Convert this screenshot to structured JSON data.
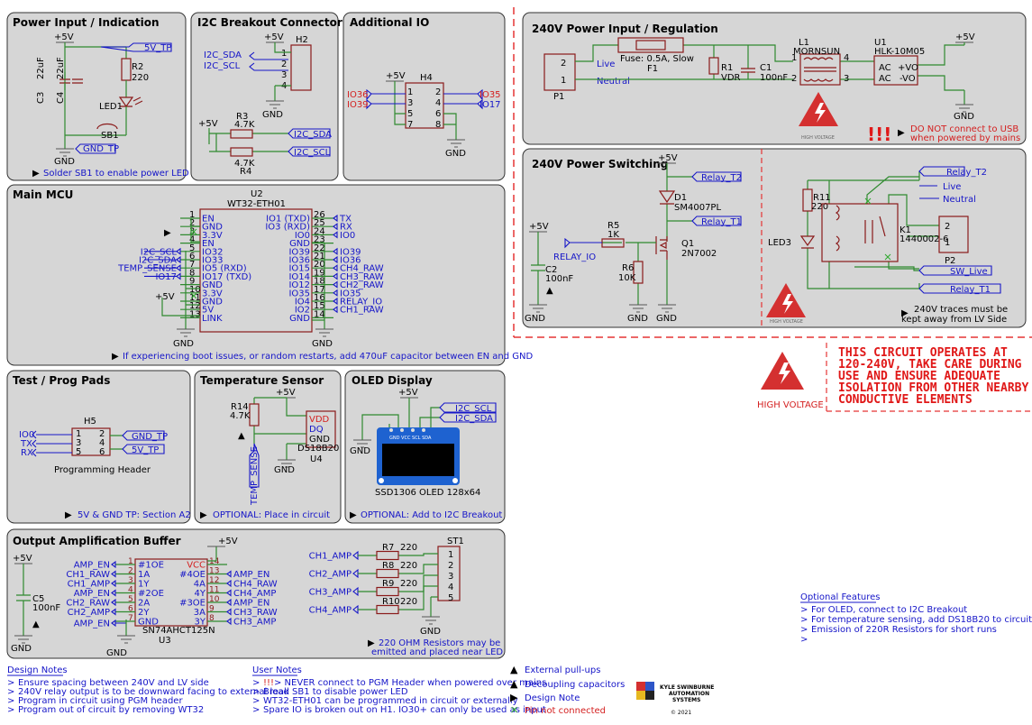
{
  "panels": {
    "power_input": {
      "title": "Power Input / Indication",
      "note": "Solder SB1 to enable power LED"
    },
    "i2c_breakout": {
      "title": "I2C Breakout Connector"
    },
    "additional_io": {
      "title": "Additional IO"
    },
    "main_mcu": {
      "title": "Main MCU",
      "note": "If experiencing boot issues, or random restarts, add 470uF capacitor between EN and GND"
    },
    "test_prog": {
      "title": "Test / Prog Pads",
      "note": "5V & GND TP: Section A2"
    },
    "temp_sensor": {
      "title": "Temperature Sensor",
      "note": "OPTIONAL: Place in circuit"
    },
    "oled": {
      "title": "OLED Display",
      "note": "OPTIONAL: Add to I2C Breakout"
    },
    "output_buffer": {
      "title": "Output Amplification Buffer",
      "note_1": "220 OHM Resistors may be",
      "note_2": "emitted and placed near LED"
    },
    "power_240": {
      "title": "240V Power Input / Regulation",
      "warning_1": "DO NOT connect to USB",
      "warning_2": "when powered by mains"
    },
    "power_switching": {
      "title": "240V Power Switching",
      "note_1": "240V traces must be",
      "note_2": "kept away from LV Side"
    }
  },
  "labels": {
    "p5v": "+5V",
    "gnd": "GND",
    "tp5v": "5V_TP",
    "tpgnd": "GND_TP",
    "r2": "R2",
    "r2v": "220",
    "led1": "LED1",
    "sb1": "SB1",
    "c3": "C3",
    "c4": "C4",
    "c3v": "22uF",
    "c4v": "22uF",
    "h2": "H2",
    "i2c_sda": "I2C_SDA",
    "i2c_scl": "I2C_SCL",
    "r3": "R3",
    "r3v": "4.7K",
    "r4": "R4",
    "r4v": "4.7K",
    "h4": "H4",
    "io36": "IO36",
    "io39": "IO39",
    "io35": "IO35",
    "io17": "IO17",
    "u2": "U2",
    "u2v": "WT32-ETH01",
    "h5": "H5",
    "h5name": "Programming Header",
    "io0": "IO0",
    "tx": "TX",
    "rx": "RX",
    "r14": "R14",
    "r14v": "4.7K",
    "vdd": "VDD",
    "dq": "DQ",
    "u4": "U4",
    "u4v": "DS18B20",
    "temp_sense": "TEMP_SENSE",
    "oled_name": "SSD1306 OLED 128x64",
    "c5": "C5",
    "c5v": "100nF",
    "u3": "U3",
    "u3v": "SN74AHCT125N",
    "vcc": "VCC",
    "st1": "ST1",
    "r7": "R7",
    "r8": "R8",
    "r9": "R9",
    "r10": "R10",
    "r220": "220",
    "p1": "P1",
    "live": "Live",
    "neutral": "Neutral",
    "fuse": "Fuse: 0.5A, Slow",
    "f1": "F1",
    "r1": "R1",
    "vdr": "VDR",
    "c1": "C1",
    "c1v": "100nF",
    "l1": "L1",
    "l1v": "MORNSUN",
    "u1": "U1",
    "u1v": "HLK-10M05",
    "ac": "AC",
    "vo_p": "+VO",
    "vo_m": "-VO",
    "high_voltage": "HIGH VOLTAGE",
    "relay_t1": "Relay_T1",
    "relay_t2": "Relay_T2",
    "d1": "D1",
    "d1v": "SM4007PL",
    "r5": "R5",
    "r5v": "1K",
    "r6": "R6",
    "r6v": "10K",
    "q1": "Q1",
    "q1v": "2N7002",
    "relay_io": "RELAY_IO",
    "c2": "C2",
    "c2v": "100nF",
    "r11": "R11",
    "r11v": "220",
    "led3": "LED3",
    "k1": "K1",
    "k1v": "1440002-6",
    "p2": "P2",
    "sw_live": "SW_Live",
    "exclaim": "!!!"
  },
  "mcu": {
    "left_pins": [
      [
        "1",
        "EN"
      ],
      [
        "2",
        "GND"
      ],
      [
        "3",
        "3.3V"
      ],
      [
        "4",
        "EN"
      ],
      [
        "5",
        "IO32"
      ],
      [
        "6",
        "IO33"
      ],
      [
        "7",
        "IO5 (RXD)"
      ],
      [
        "8",
        "IO17 (TXD)"
      ],
      [
        "9",
        "GND"
      ],
      [
        "10",
        "3.3V"
      ],
      [
        "11",
        "GND"
      ],
      [
        "12",
        "5V"
      ],
      [
        "13",
        "LINK"
      ]
    ],
    "right_pins": [
      [
        "26",
        "IO1 (TXD)"
      ],
      [
        "25",
        "IO3 (RXD)"
      ],
      [
        "24",
        "IO0"
      ],
      [
        "23",
        "GND"
      ],
      [
        "22",
        "IO39"
      ],
      [
        "21",
        "IO36"
      ],
      [
        "20",
        "IO15"
      ],
      [
        "19",
        "IO14"
      ],
      [
        "18",
        "IO12"
      ],
      [
        "17",
        "IO35"
      ],
      [
        "16",
        "IO4"
      ],
      [
        "15",
        "IO2"
      ],
      [
        "14",
        "GND"
      ]
    ],
    "left_nets": [
      "",
      "",
      "",
      "",
      "I2C_SCL",
      "I2C_SDA",
      "TEMP_SENSE",
      "IO17",
      "",
      "",
      "",
      "",
      ""
    ],
    "right_nets": [
      "TX",
      "RX",
      "IO0",
      "",
      "IO39",
      "IO36",
      "CH4_RAW",
      "CH3_RAW",
      "CH2_RAW",
      "IO35",
      "RELAY_IO",
      "CH1_RAW",
      ""
    ]
  },
  "buffer": {
    "left_pins": [
      [
        "1",
        "#1OE"
      ],
      [
        "2",
        "1A"
      ],
      [
        "3",
        "1Y"
      ],
      [
        "4",
        "#2OE"
      ],
      [
        "5",
        "2A"
      ],
      [
        "6",
        "2Y"
      ],
      [
        "7",
        "GND"
      ]
    ],
    "right_pins": [
      [
        "14",
        "VCC"
      ],
      [
        "13",
        "#4OE"
      ],
      [
        "12",
        "4A"
      ],
      [
        "11",
        "4Y"
      ],
      [
        "10",
        "#3OE"
      ],
      [
        "9",
        "3A"
      ],
      [
        "8",
        "3Y"
      ]
    ],
    "left_nets": [
      "AMP_EN",
      "CH1_RAW",
      "CH1_AMP",
      "AMP_EN",
      "CH2_RAW",
      "CH2_AMP"
    ],
    "right_nets": [
      "AMP_EN",
      "CH4_RAW",
      "CH4_AMP",
      "AMP_EN",
      "CH3_RAW",
      "CH3_AMP"
    ],
    "amp_nets": [
      "CH1_AMP",
      "CH2_AMP",
      "CH3_AMP",
      "CH4_AMP"
    ]
  },
  "big_warning": [
    "THIS CIRCUIT OPERATES AT",
    "120-240V, TAKE CARE DURING",
    "USE AND ENSURE ADEQUATE",
    "ISOLATION FROM OTHER NEARBY",
    "CONDUCTIVE ELEMENTS"
  ],
  "optional_features": {
    "title": "Optional Features",
    "items": [
      "For OLED, connect to I2C Breakout",
      "For temperature sensing, add DS18B20 to circuit",
      "Emission of 220R Resistors for short runs",
      ""
    ]
  },
  "design_notes": {
    "title": "Design Notes",
    "items": [
      "Ensure spacing between 240V and LV side",
      "240V relay output is to be downward facing to external load",
      "Program in circuit using PGM header",
      "Program out of circuit by removing WT32"
    ]
  },
  "user_notes": {
    "title": "User Notes",
    "items": [
      "> NEVER connect to PGM Header when powered over mains",
      "Break SB1 to disable power LED",
      "WT32-ETH01 can be programmed in circuit or externally",
      "Spare IO is broken out on H1. IO30+ can only be used as input"
    ],
    "first_prefix": "!!!"
  },
  "legend": [
    {
      "symbol": "▲",
      "text": "External pull-ups"
    },
    {
      "symbol": "▲",
      "text": "Decoupling capacitors"
    },
    {
      "symbol": "▶",
      "text": "Design Note"
    },
    {
      "symbol": "✕",
      "text": "Pin not connected"
    }
  ],
  "logo": {
    "line1": "KYLE SWINBURNE",
    "line2": "AUTOMATION",
    "line3": "SYSTEMS",
    "year": "© 2021"
  },
  "colors": {
    "panel": "#d6d6d6",
    "wire": "#2f8a2f",
    "component": "#8a1a1a",
    "net": "#1515c8",
    "warning": "#e01818"
  }
}
